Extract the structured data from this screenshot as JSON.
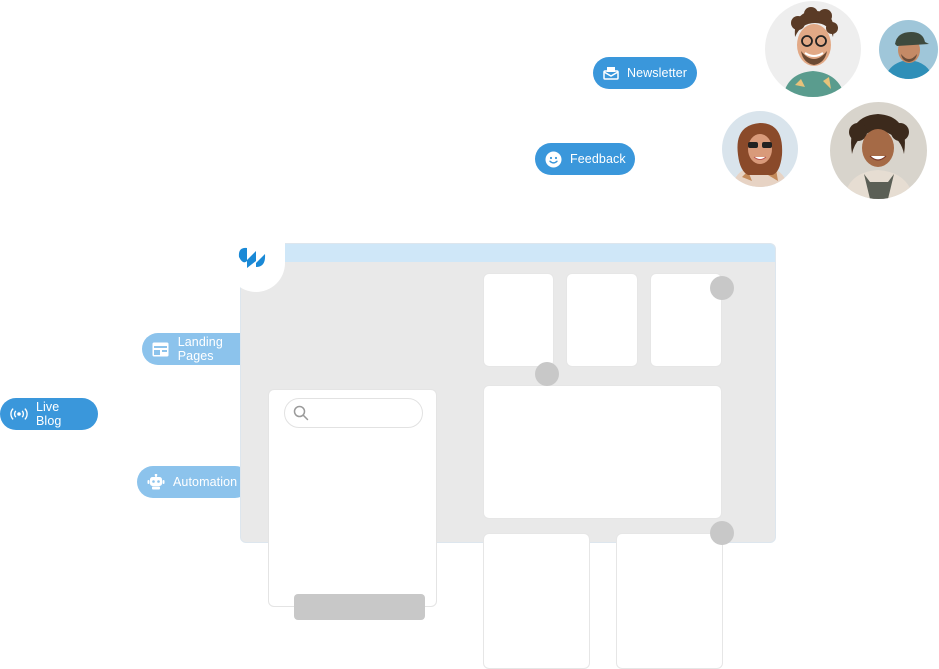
{
  "pills": {
    "newsletter": "Newsletter",
    "feedback": "Feedback",
    "landing_pages": "Landing Pages",
    "live_blog": "Live Blog",
    "automation": "Automation"
  },
  "icons": {
    "newsletter": "envelope-icon",
    "feedback": "smiley-icon",
    "landing_pages": "layout-icon",
    "live_blog": "broadcast-icon",
    "automation": "robot-icon",
    "search": "search-icon",
    "logo": "brand-logo-icon"
  },
  "colors": {
    "accent": "#3a97db",
    "accent_faded": "#8cc3ec",
    "browser_top": "#cfe7f8",
    "browser_body": "#e9e9e9",
    "placeholder": "#c8c8c8"
  }
}
